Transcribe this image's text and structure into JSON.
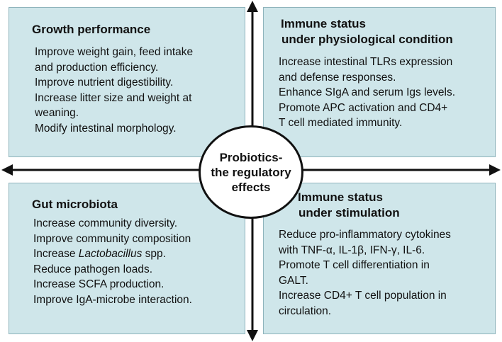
{
  "center": {
    "lines": [
      "Probiotics-",
      "the regulatory",
      "effects"
    ]
  },
  "panels": {
    "growth": {
      "title_lines": [
        "Growth performance"
      ],
      "items": [
        "Improve weight gain, feed intake",
        "and production efficiency.",
        "Improve nutrient digestibility.",
        "Increase litter size and weight at",
        "weaning.",
        "Modify intestinal morphology."
      ]
    },
    "immune_physiological": {
      "title_lines": [
        "Immune status",
        "under physiological condition"
      ],
      "items": [
        "Increase intestinal TLRs expression",
        "and defense responses.",
        "Enhance SIgA and serum Igs levels.",
        "Promote APC activation and CD4+",
        "T cell mediated immunity."
      ]
    },
    "gut": {
      "title_lines": [
        "Gut microbiota"
      ],
      "items": [
        "Increase community diversity.",
        "Improve community composition",
        "Increase Lactobacillus spp.",
        "Reduce pathogen loads.",
        "Increase SCFA production.",
        "Improve IgA-microbe interaction."
      ]
    },
    "immune_stimulation": {
      "title_lines": [
        "Immune status",
        "under stimulation"
      ],
      "items": [
        "Reduce pro-inflammatory cytokines",
        "with TNF-α, IL-1β, IFN-γ, IL-6.",
        "Promote T cell differentiation in",
        "GALT.",
        "Increase CD4+ T cell population in",
        "circulation."
      ]
    }
  },
  "colors": {
    "panel_fill": "#cfe6ea",
    "panel_border": "#8fb4bc",
    "arrow": "#111111"
  }
}
